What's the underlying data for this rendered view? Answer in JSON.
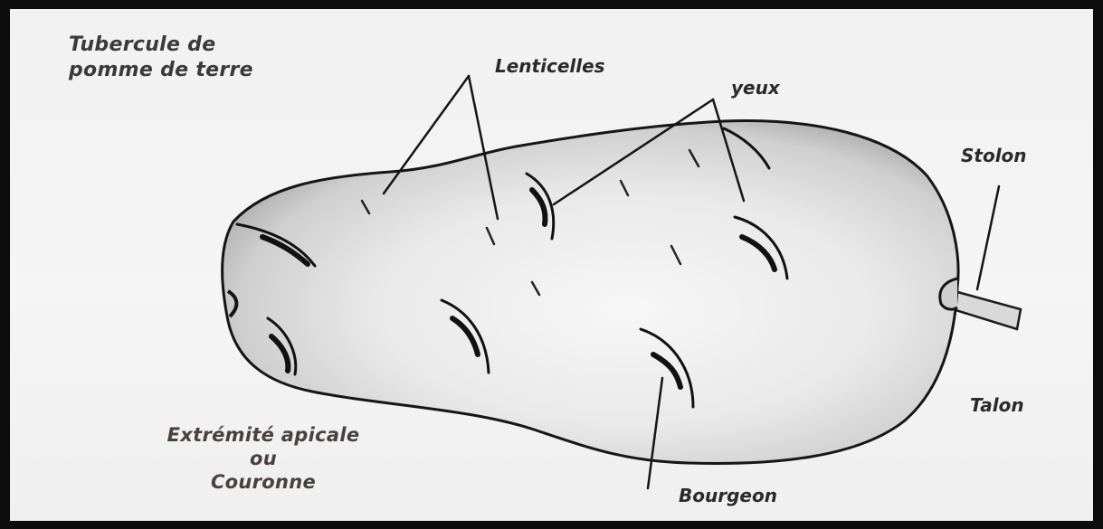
{
  "title": {
    "line1": "Tubercule de",
    "line2": "pomme de terre"
  },
  "labels": {
    "lenticelles": "Lenticelles",
    "yeux": "yeux",
    "stolon": "Stolon",
    "talon": "Talon",
    "bourgeon": "Bourgeon",
    "extremite_line1": "Extrémité apicale",
    "extremite_line2": "ou",
    "extremite_line3": "Couronne"
  }
}
